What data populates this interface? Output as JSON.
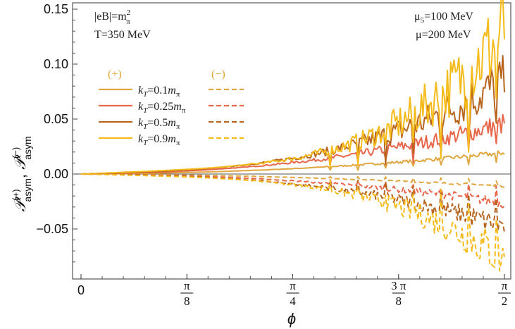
{
  "chart_data": {
    "type": "line",
    "xlabel": "ϕ",
    "ylabel_parts": [
      "𝒫",
      "(+)",
      "asym",
      ", ",
      "𝒫",
      "(−)",
      "asym"
    ],
    "xlim": [
      0,
      1.5708
    ],
    "ylim": [
      -0.085,
      0.152
    ],
    "x_ticks": [
      {
        "value": 0,
        "label": "0"
      },
      {
        "value": 0.3927,
        "numerator": "π",
        "denominator": "8"
      },
      {
        "value": 0.7854,
        "numerator": "π",
        "denominator": "4"
      },
      {
        "value": 1.1781,
        "numerator": "3 π",
        "denominator": "8"
      },
      {
        "value": 1.5708,
        "numerator": "π",
        "denominator": "2"
      }
    ],
    "y_ticks": [
      {
        "value": 0.15,
        "label": "0.15"
      },
      {
        "value": 0.1,
        "label": "0.10"
      },
      {
        "value": 0.05,
        "label": "0.05"
      },
      {
        "value": 0.0,
        "label": "0.00"
      },
      {
        "value": -0.05,
        "label": "−0.05"
      }
    ],
    "annotations": {
      "eB": "|eB|=m",
      "eB_sup": "2",
      "eB_sub": "π",
      "T": "T=350 MeV",
      "mu5": "μ",
      "mu5_sub": "5",
      "mu5_val": "=100 MeV",
      "mu": "μ=200 MeV"
    },
    "legend": {
      "placement": "upper-left",
      "header_plus": "(+)",
      "header_minus": "(−)",
      "header_color": "#e0a63a",
      "items": [
        {
          "k": "k",
          "sub": "T",
          "val": "=0.1",
          "m": "m",
          "msub": "π",
          "color": "#e0a640"
        },
        {
          "k": "k",
          "sub": "T",
          "val": "=0.25",
          "m": "m",
          "msub": "π",
          "color": "#e8664a"
        },
        {
          "k": "k",
          "sub": "T",
          "val": "=0.5",
          "m": "m",
          "msub": "π",
          "color": "#b8651f"
        },
        {
          "k": "k",
          "sub": "T",
          "val": "=0.9",
          "m": "m",
          "msub": "π",
          "color": "#f5bb1a"
        }
      ]
    },
    "series": [
      {
        "name": "kT=0.1mπ (+)",
        "color": "#e0a640",
        "style": "solid",
        "end": 0.0195,
        "power": 2.2,
        "noise": 0.12
      },
      {
        "name": "kT=0.25mπ (+)",
        "color": "#e8664a",
        "style": "solid",
        "end": 0.046,
        "power": 2.4,
        "noise": 0.22
      },
      {
        "name": "kT=0.5mπ (+)",
        "color": "#b8651f",
        "style": "solid",
        "end": 0.085,
        "power": 3.0,
        "noise": 0.3
      },
      {
        "name": "kT=0.9mπ (+)",
        "color": "#f5bb1a",
        "style": "solid",
        "end": 0.131,
        "power": 4.2,
        "noise": 0.35
      },
      {
        "name": "kT=0.1mπ (−)",
        "color": "#e0a640",
        "style": "dashed",
        "end": -0.011,
        "power": 2.0,
        "noise": 0.1
      },
      {
        "name": "kT=0.25mπ (−)",
        "color": "#e8664a",
        "style": "dashed",
        "end": -0.026,
        "power": 2.3,
        "noise": 0.2
      },
      {
        "name": "kT=0.5mπ (−)",
        "color": "#b8651f",
        "style": "dashed",
        "end": -0.048,
        "power": 2.8,
        "noise": 0.25
      },
      {
        "name": "kT=0.9mπ (−)",
        "color": "#f5bb1a",
        "style": "dashed",
        "end": -0.078,
        "power": 3.8,
        "noise": 0.3
      }
    ]
  }
}
